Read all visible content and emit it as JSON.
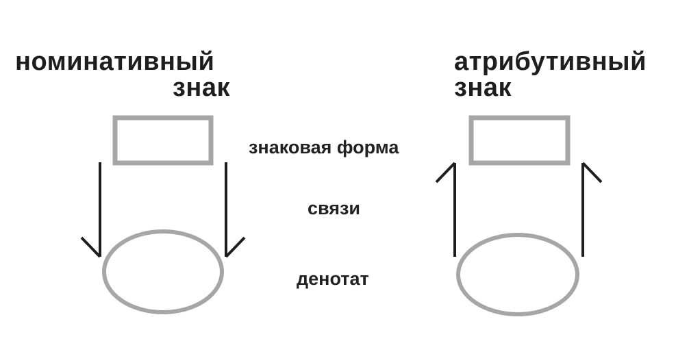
{
  "left_sign": {
    "title_line1": "номинативный",
    "title_line2": "знак"
  },
  "right_sign": {
    "title_line1": "атрибутивный",
    "title_line2": "знак"
  },
  "center_labels": {
    "form": "знаковая форма",
    "links": "связи",
    "denotat": "денотат"
  },
  "colors": {
    "shape_stroke": "#a6a6a6",
    "arrow_stroke": "#1e1e1e",
    "text": "#1e1e1e"
  }
}
